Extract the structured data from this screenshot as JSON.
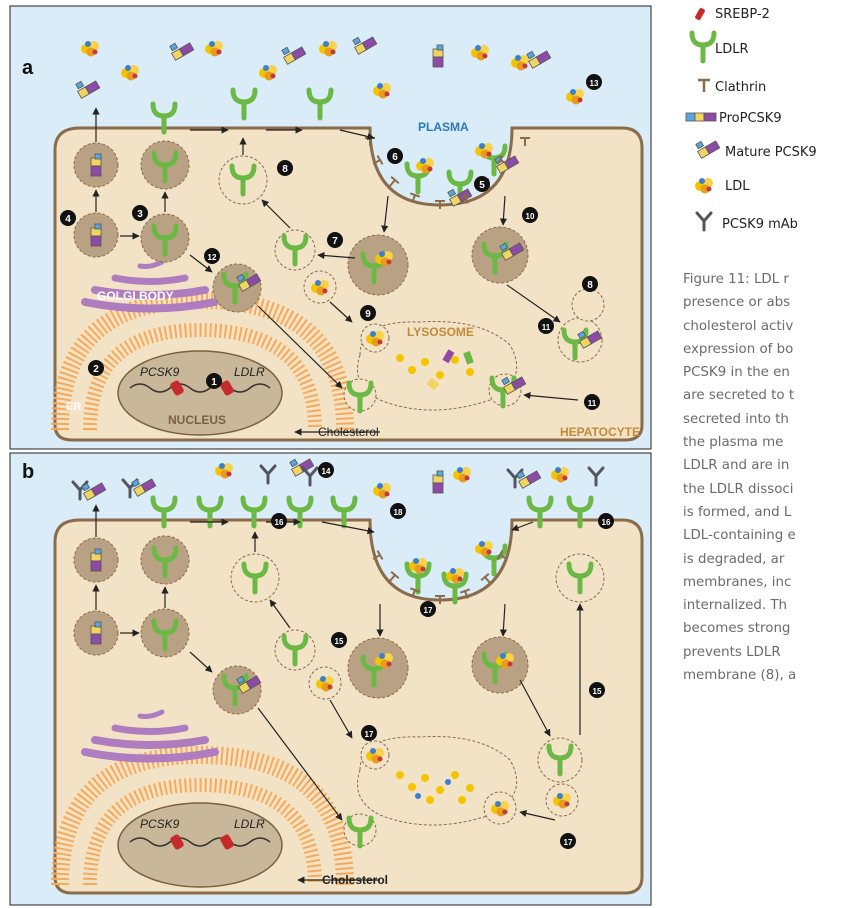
{
  "panels": {
    "a": "a",
    "b": "b"
  },
  "labels": {
    "plasma": "PLASMA",
    "golgi": "GOLGI BODY",
    "lysosome": "LYSOSOME",
    "er": "ER",
    "nucleus": "NUCLEUS",
    "hepatocyte": "HEPATOCYTE",
    "cholesterol": "Cholesterol",
    "gene_pcsk9": "PCSK9",
    "gene_ldlr": "LDLR"
  },
  "steps": {
    "s1": "1",
    "s2": "2",
    "s3": "3",
    "s4": "4",
    "s5": "5",
    "s6": "6",
    "s7": "7",
    "s8": "8",
    "s9": "9",
    "s10": "10",
    "s11": "11",
    "s12": "12",
    "s13": "13",
    "s14": "14",
    "s15": "15",
    "s16": "16",
    "s17": "17",
    "s18": "18"
  },
  "legend": [
    {
      "icon": "srebp2-icon",
      "label": "SREBP-2"
    },
    {
      "icon": "ldlr-icon",
      "label": "LDLR"
    },
    {
      "icon": "clathrin-icon",
      "label": "Clathrin"
    },
    {
      "icon": "propcsk9-icon",
      "label": "ProPCSK9"
    },
    {
      "icon": "mature-pcsk9-icon",
      "label": "Mature PCSK9"
    },
    {
      "icon": "ldl-icon",
      "label": "LDL"
    },
    {
      "icon": "pcsk9-mab-icon",
      "label": "PCSK9 mAb"
    }
  ],
  "caption_lines": [
    "Figure 11: LDL r",
    "presence or abs",
    "cholesterol activ",
    "expression of bo",
    "PCSK9 in the en",
    "are secreted to t",
    "secreted into th",
    "the plasma me",
    "LDLR and are in",
    "the LDLR dissoci",
    "is formed, and L",
    "LDL-containing e",
    "is degraded, ar",
    "membranes, inc",
    "internalized. Th",
    "becomes strong",
    "prevents LDLR",
    "membrane (8), a"
  ],
  "colors": {
    "plasma_bg": "#d9ecf7",
    "cell_fill": "#f3e3c6",
    "cell_stroke": "#8a6b4a",
    "er": "#f7a95a",
    "golgi": "#b07cc0",
    "ldlr": "#6bb944",
    "pcsk9_purple": "#8d4aa6",
    "pcsk9_yellow": "#f0d563",
    "pcsk9_blue": "#59a6dd",
    "ldl_yellow": "#f5c400",
    "endosome": "#b8a283",
    "mab": "#555560"
  }
}
